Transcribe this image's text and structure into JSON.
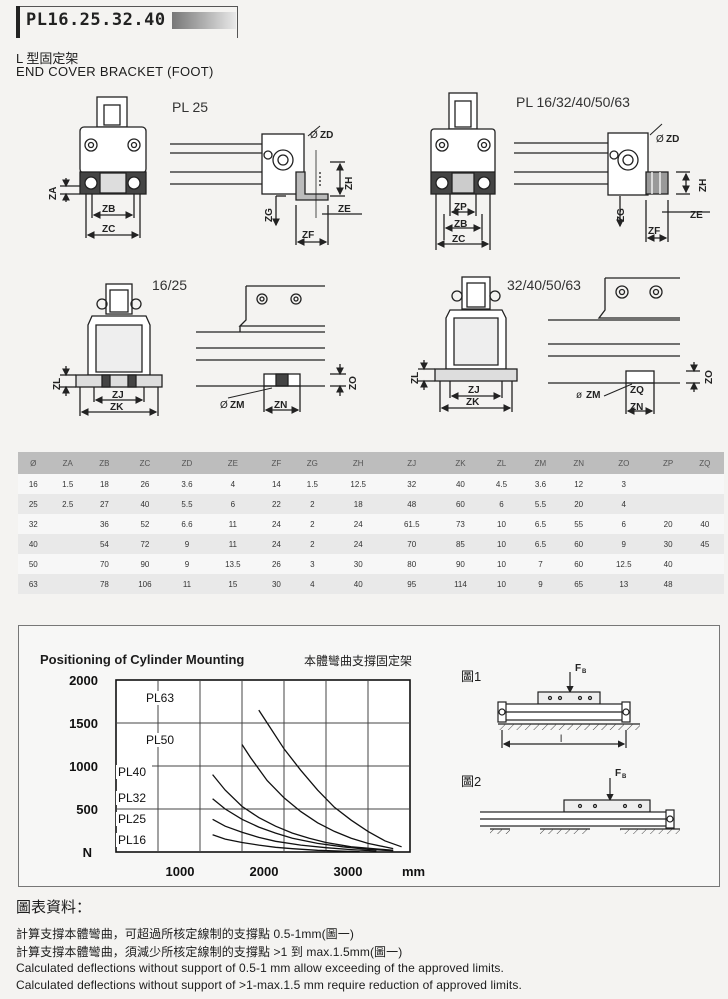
{
  "header": {
    "title": "PL16.25.32.40",
    "subtitle_zh": "L 型固定架",
    "subtitle_en": "END COVER BRACKET (FOOT)"
  },
  "diagrams": {
    "top_left_label": "PL 25",
    "top_right_label": "PL  16/32/40/50/63",
    "bottom_left_label": "16/25",
    "bottom_right_label": "32/40/50/63",
    "dims": {
      "za": "ZA",
      "zb": "ZB",
      "zc": "ZC",
      "zd": "ZD",
      "ze": "ZE",
      "zf": "ZF",
      "zg": "ZG",
      "zh": "ZH",
      "zj": "ZJ",
      "zk": "ZK",
      "zl": "ZL",
      "zm": "ZM",
      "zn": "ZN",
      "zo": "ZO",
      "zp": "ZP",
      "zq": "ZQ"
    }
  },
  "table": {
    "headers": [
      "Ø",
      "ZA",
      "ZB",
      "ZC",
      "ZD",
      "ZE",
      "ZF",
      "ZG",
      "ZH",
      "ZJ",
      "ZK",
      "ZL",
      "ZM",
      "ZN",
      "ZO",
      "ZP",
      "ZQ"
    ],
    "rows": [
      [
        "16",
        "1.5",
        "18",
        "26",
        "3.6",
        "4",
        "14",
        "1.5",
        "12.5",
        "32",
        "40",
        "4.5",
        "3.6",
        "12",
        "3",
        "",
        ""
      ],
      [
        "25",
        "2.5",
        "27",
        "40",
        "5.5",
        "6",
        "22",
        "2",
        "18",
        "48",
        "60",
        "6",
        "5.5",
        "20",
        "4",
        "",
        ""
      ],
      [
        "32",
        "",
        "36",
        "52",
        "6.6",
        "11",
        "24",
        "2",
        "24",
        "61.5",
        "73",
        "10",
        "6.5",
        "55",
        "6",
        "20",
        "40"
      ],
      [
        "40",
        "",
        "54",
        "72",
        "9",
        "11",
        "24",
        "2",
        "24",
        "70",
        "85",
        "10",
        "6.5",
        "60",
        "9",
        "30",
        "45"
      ],
      [
        "50",
        "",
        "70",
        "90",
        "9",
        "13.5",
        "26",
        "3",
        "30",
        "80",
        "90",
        "10",
        "7",
        "60",
        "12.5",
        "40",
        ""
      ],
      [
        "63",
        "",
        "78",
        "106",
        "11",
        "15",
        "30",
        "4",
        "40",
        "95",
        "114",
        "10",
        "9",
        "65",
        "13",
        "48",
        ""
      ]
    ]
  },
  "chart": {
    "title": "Positioning of Cylinder Mounting",
    "title_zh": "本體彎曲支撐固定架",
    "fig1": "圖1",
    "fig2": "圖2",
    "force_label": "F",
    "force_sub": "B",
    "length_label": "l"
  },
  "chart_data": {
    "type": "line",
    "title": "Positioning of Cylinder Mounting",
    "ylabel": "N",
    "xlabel": "mm",
    "xlim": [
      0,
      3500
    ],
    "ylim": [
      0,
      2000
    ],
    "xticks": [
      1000,
      2000,
      3000
    ],
    "yticks": [
      500,
      1000,
      1500,
      2000
    ],
    "grid": true,
    "series": [
      {
        "name": "PL63",
        "x": [
          1700,
          1800,
          2000,
          2200,
          2400,
          2600,
          2800,
          3000,
          3200,
          3400
        ],
        "y": [
          1650,
          1500,
          1200,
          950,
          720,
          520,
          370,
          240,
          130,
          60
        ]
      },
      {
        "name": "PL50",
        "x": [
          1500,
          1600,
          1800,
          2000,
          2200,
          2400,
          2600,
          2800,
          3000,
          3300
        ],
        "y": [
          1250,
          1100,
          830,
          630,
          470,
          340,
          240,
          160,
          100,
          40
        ]
      },
      {
        "name": "PL40",
        "x": [
          1150,
          1300,
          1500,
          1700,
          1900,
          2100,
          2300,
          2500,
          2800,
          3300
        ],
        "y": [
          900,
          720,
          530,
          400,
          300,
          220,
          160,
          110,
          60,
          20
        ]
      },
      {
        "name": "PL32",
        "x": [
          1150,
          1300,
          1500,
          1700,
          1900,
          2100,
          2400,
          2700,
          3000,
          3300
        ],
        "y": [
          620,
          500,
          380,
          290,
          220,
          160,
          100,
          60,
          30,
          15
        ]
      },
      {
        "name": "PL25",
        "x": [
          1150,
          1300,
          1500,
          1700,
          1900,
          2200,
          2500,
          2800,
          3100
        ],
        "y": [
          380,
          300,
          230,
          170,
          125,
          80,
          50,
          28,
          12
        ]
      },
      {
        "name": "PL16",
        "x": [
          1150,
          1300,
          1500,
          1700,
          1900,
          2100,
          2400,
          2700,
          2900
        ],
        "y": [
          200,
          150,
          110,
          80,
          55,
          38,
          20,
          10,
          5
        ]
      }
    ]
  },
  "notes": {
    "title": "圖表資料：",
    "lines": [
      "計算支撐本體彎曲，可超過所核定線制的支撐點 0.5-1mm(圖一)",
      "計算支撐本體彎曲，須減少所核定線制的支撐點 >1 到 max.1.5mm(圖一)",
      "Calculated deflections without support of 0.5-1 mm allow exceeding of the approved limits.",
      "Calculated deflections without support of >1-max.1.5 mm require reduction of  approved limits."
    ]
  }
}
